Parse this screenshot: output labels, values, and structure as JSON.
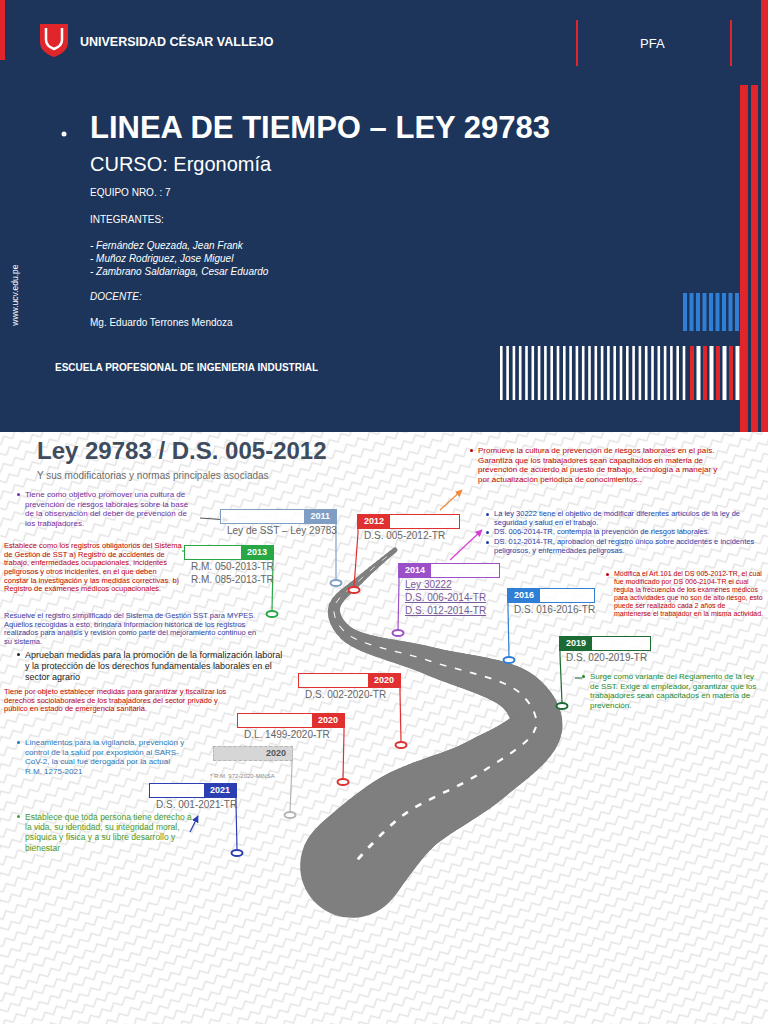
{
  "diagram": {
    "title": "LINEA DE TIEMPO – LEY 29783",
    "nodes": [
      {
        "text": [
          "2011",
          "Ley de SST – Ley 29783"
        ]
      },
      {
        "text": [
          "2012",
          "D.S. 005-2012-TR"
        ]
      },
      {
        "text": [
          "2013",
          "R.M. 050-2013-TR",
          "R.M. 085-2013-TR"
        ]
      },
      {
        "text": [
          "2014",
          "Ley 30222",
          "D.S. 006-2014-TR",
          "D.S. 012-2014-TR"
        ]
      },
      {
        "text": [
          "2016",
          "D.S. 016-2016-TR"
        ]
      },
      {
        "text": [
          "2019",
          "D.S. 020-2019-TR"
        ]
      },
      {
        "text": [
          "2020",
          "D.S. 002-2020-TR"
        ]
      },
      {
        "text": [
          "2020",
          "D.L. 1499-2020-TR"
        ]
      },
      {
        "text": [
          "2020"
        ]
      },
      {
        "text": [
          "2021",
          "D.S. 001-2021-TR"
        ]
      }
    ],
    "labels": [
      "UNIVERSIDAD CÉSAR VALLEJO",
      "PFA",
      "www.ucv.edu.pe",
      "CURSO: Ergonomía",
      "EQUIPO NRO. : 7",
      "INTEGRANTES:",
      "- Fernández Quezada, Jean Frank",
      "- Muñoz Rodriguez, Jose Miguel",
      "- Zambrano Saldarriaga, Cesar Eduardo",
      "DOCENTE:",
      "Mg. Eduardo Terrones Mendoza",
      "ESCUELA PROFESIONAL DE INGENIERIA INDUSTRIAL",
      "Ley 29783 / D.S. 005-2012",
      "Y sus modificatorias y normas principales asociadas",
      "Tiene como objetivo promover una cultura de prevención de riesgos laborales sobre la base de la observación del deber de prevención de los trabajadores.",
      "Establece como los registros obligatorios del Sistema de Gestión de SST a) Registro de accidentes de trabajo, enfermedades ocupacionales, incidentes peligrosos y otros incidentes, en el que deben constar la investigación y las medidas correctivas. b) Registro de exámenes médicos ocupacionales.",
      "Resuelve el registro simplificado del Sistema de Gestión SST para MYPES. Aquellos recogidas a esto, brindara información histórica de los registros realizados para análisis y revisión como parte del mejoramiento continuo en su sistema.",
      "Aprueban medidas para la promoción de la formalización laboral y la protección de los derechos fundamentales laborales en el sector agrario",
      "Tiene por objeto establecer medidas para garantizar y fiscalizar los derechos sociolaborales de los trabajadores del sector privado y público en estado de emergencia sanitaria.",
      "Lineamientos para la vigilancia, prevención y control de la salud por exposición al SARS-CoV-2, la cual fue derogada por la actual R.M. 1275-2021",
      "Establece que toda persona tiene derecho a la vida, su identidad, su integridad moral, psíquica y física y a su libre desarrollo y bienestar",
      "Promueve la cultura de prevención de riesgos laborales en el país. Garantiza que los trabajadores sean capacitados en materia de prevención de acuerdo al puesto de trabajo, tecnología a manejar y por actualización periódica de conocimientos..",
      "La ley 30222 tiene el objetivo de modificar diferentes artículos de la ley de seguridad y salud en el trabajo.",
      "DS. 006-2014-TR, contempla la prevención de riesgos laborales.",
      "DS. 012-2014-TR, aprobación del registro único sobre accidentes e incidentes peligrosos, y enfermedades peligrosas.",
      "Modifica el Art.101 del DS 005-2012-TR, el cual fue modificado por DS 006-2104-TR el cual regula la frecuencia de los exámenes médicos para actividades que no son de alto riesgo, esto puede ser realizado cada 2 años de mantenerse el trabajador en la misma actividad.",
      "Surge como variante del Reglamento de la ley de SST. Exige al empleador, garantizar que los trabajadores sean capacitados en materia de prevención.",
      "* R.M. 972-2020-MINSA"
    ]
  }
}
